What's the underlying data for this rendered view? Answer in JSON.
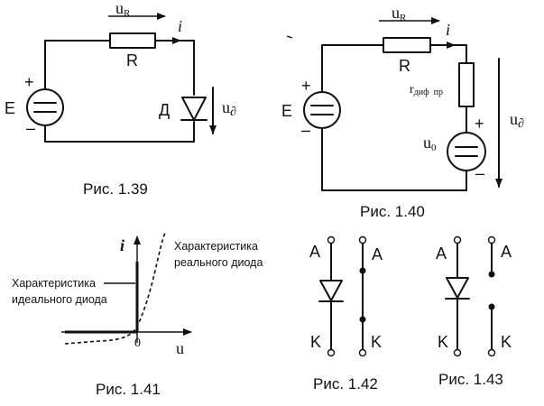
{
  "fig39": {
    "caption": "Рис. 1.39",
    "uR_main": "u",
    "uR_sub": "R",
    "current": "i",
    "resistor": "R",
    "source": "E",
    "plus": "+",
    "minus": "–",
    "diode": "Д",
    "ud_main": "u",
    "ud_sub": "∂"
  },
  "fig40": {
    "caption": "Рис. 1.40",
    "uR_main": "u",
    "uR_sub": "R",
    "current": "i",
    "resistor": "R",
    "rdif_main": "r",
    "rdif_sub1": "диф",
    "rdif_sub2": "пр",
    "source": "E",
    "plus": "+",
    "minus": "–",
    "u0_main": "u",
    "u0_sub": "0",
    "ud_main": "u",
    "ud_sub": "∂"
  },
  "fig41": {
    "caption": "Рис. 1.41",
    "y_axis": "i",
    "x_axis": "u",
    "origin": "0",
    "real_line1": "Характеристика",
    "real_line2": "реального диода",
    "ideal_line1": "Характеристика",
    "ideal_line2": "идеального диода"
  },
  "fig42": {
    "caption": "Рис. 1.42",
    "anode": "A",
    "cathode": "K",
    "anode2": "A",
    "cathode2": "K"
  },
  "fig43": {
    "caption": "Рис. 1.43",
    "anode": "A",
    "cathode": "K",
    "anode2": "A",
    "cathode2": "K"
  }
}
